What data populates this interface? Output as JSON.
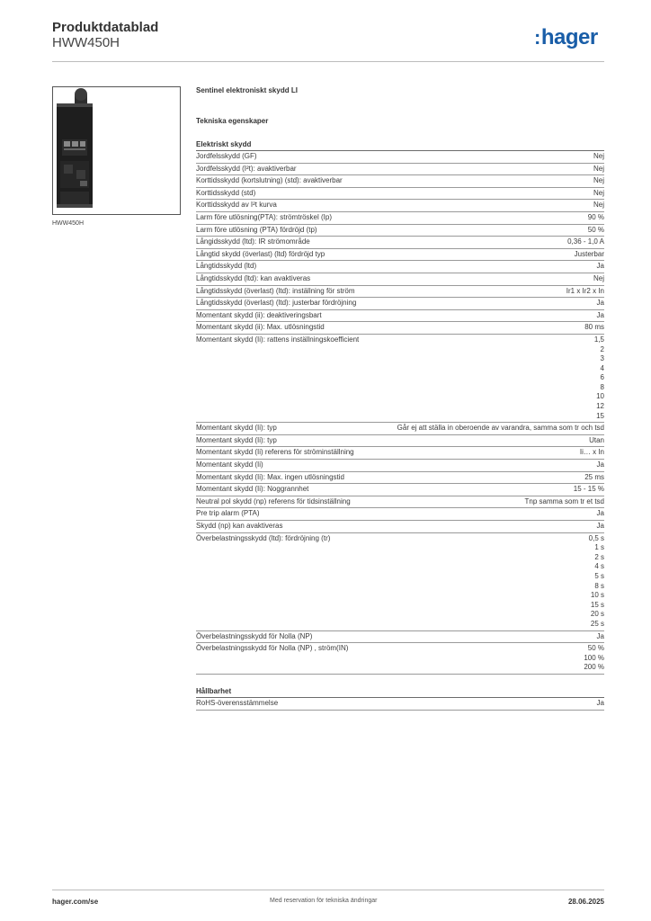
{
  "header": {
    "title": "Produktdatablad",
    "product_code": "HWW450H",
    "logo": "hager"
  },
  "image": {
    "caption": "HWW450H",
    "icon": "circuit-breaker-trip-unit"
  },
  "doc_title": "Sentinel elektroniskt skydd LI",
  "sections": {
    "tech": "Tekniska egenskaper",
    "electrical": "Elektriskt skydd",
    "sustainability": "Hållbarhet"
  },
  "electrical_rows": [
    {
      "label": "Jordfelsskydd (GF)",
      "values": [
        "Nej"
      ]
    },
    {
      "label": "Jordfelsskydd (I²t): avaktiverbar",
      "values": [
        "Nej"
      ]
    },
    {
      "label": "Korttidsskydd (kortslutning) (std): avaktiverbar",
      "values": [
        "Nej"
      ]
    },
    {
      "label": "Korttidsskydd (std)",
      "values": [
        "Nej"
      ]
    },
    {
      "label": "Korttidsskydd av I²t kurva",
      "values": [
        "Nej"
      ]
    },
    {
      "label": "Larm före utlösning(PTA): strömtröskel (Ip)",
      "values": [
        "90 %"
      ]
    },
    {
      "label": "Larm före utlösning (PTA) fördröjd (tp)",
      "values": [
        "50 %"
      ]
    },
    {
      "label": "Långidsskydd (ltd): IR strömområde",
      "values": [
        "0,36 - 1,0 A"
      ]
    },
    {
      "label": "Långtid skydd (överlast) (ltd) fördröjd typ",
      "values": [
        "Justerbar"
      ]
    },
    {
      "label": "Långtidsskydd (ltd)",
      "values": [
        "Ja"
      ]
    },
    {
      "label": "Långtidsskydd (ltd): kan avaktiveras",
      "values": [
        "Nej"
      ]
    },
    {
      "label": "Långtidsskydd (överlast) (ltd): inställning för ström",
      "values": [
        "Ir1 x Ir2 x In"
      ]
    },
    {
      "label": "Långtidsskydd (överlast) (ltd): justerbar fördröjning",
      "values": [
        "Ja"
      ]
    },
    {
      "label": "Momentant skydd (ii): deaktiveringsbart",
      "values": [
        "Ja"
      ]
    },
    {
      "label": "Momentant skydd (ii): Max. utlösningstid",
      "values": [
        "80 ms"
      ]
    },
    {
      "label": "Momentant skydd (Ii): rattens inställningskoefficient",
      "values": [
        "1,5",
        "2",
        "3",
        "4",
        "6",
        "8",
        "10",
        "12",
        "15"
      ]
    },
    {
      "label": "Momentant skydd (Ii): typ",
      "values": [
        "Går ej att ställa in oberoende av varandra, samma som tr och tsd"
      ],
      "multi": true
    },
    {
      "label": "Momentant skydd (Ii): typ",
      "values": [
        "Utan"
      ]
    },
    {
      "label": "Momentant skydd (Ii) referens för ströminställning",
      "values": [
        "Ii… x In"
      ]
    },
    {
      "label": "Momentant skydd (Ii)",
      "values": [
        "Ja"
      ]
    },
    {
      "label": "Momentant skydd (Ii): Max. ingen utlösningstid",
      "values": [
        "25 ms"
      ]
    },
    {
      "label": "Momentant skydd (Ii): Noggrannhet",
      "values": [
        "15 - 15 %"
      ]
    },
    {
      "label": "Neutral pol skydd (np) referens för tidsinställning",
      "values": [
        "Tnp samma som tr et tsd"
      ]
    },
    {
      "label": "Pre trip alarm (PTA)",
      "values": [
        "Ja"
      ]
    },
    {
      "label": "Skydd (np) kan avaktiveras",
      "values": [
        "Ja"
      ]
    },
    {
      "label": "Överbelastningsskydd (ltd): fördröjning (tr)",
      "values": [
        "0,5 s",
        "1 s",
        "2 s",
        "4 s",
        "5 s",
        "8 s",
        "10 s",
        "15 s",
        "20 s",
        "25 s"
      ]
    },
    {
      "label": "Överbelastningsskydd för Nolla (NP)",
      "values": [
        "Ja"
      ]
    },
    {
      "label": "Överbelastningsskydd för Nolla (NP) , ström(IN)",
      "values": [
        "50 %",
        "100 %",
        "200 %"
      ]
    }
  ],
  "sustainability_rows": [
    {
      "label": "RoHS-överensstämmelse",
      "values": [
        "Ja"
      ]
    }
  ],
  "footer": {
    "website": "hager.com/se",
    "note": "Med reservation för tekniska ändringar",
    "date": "28.06.2025"
  }
}
